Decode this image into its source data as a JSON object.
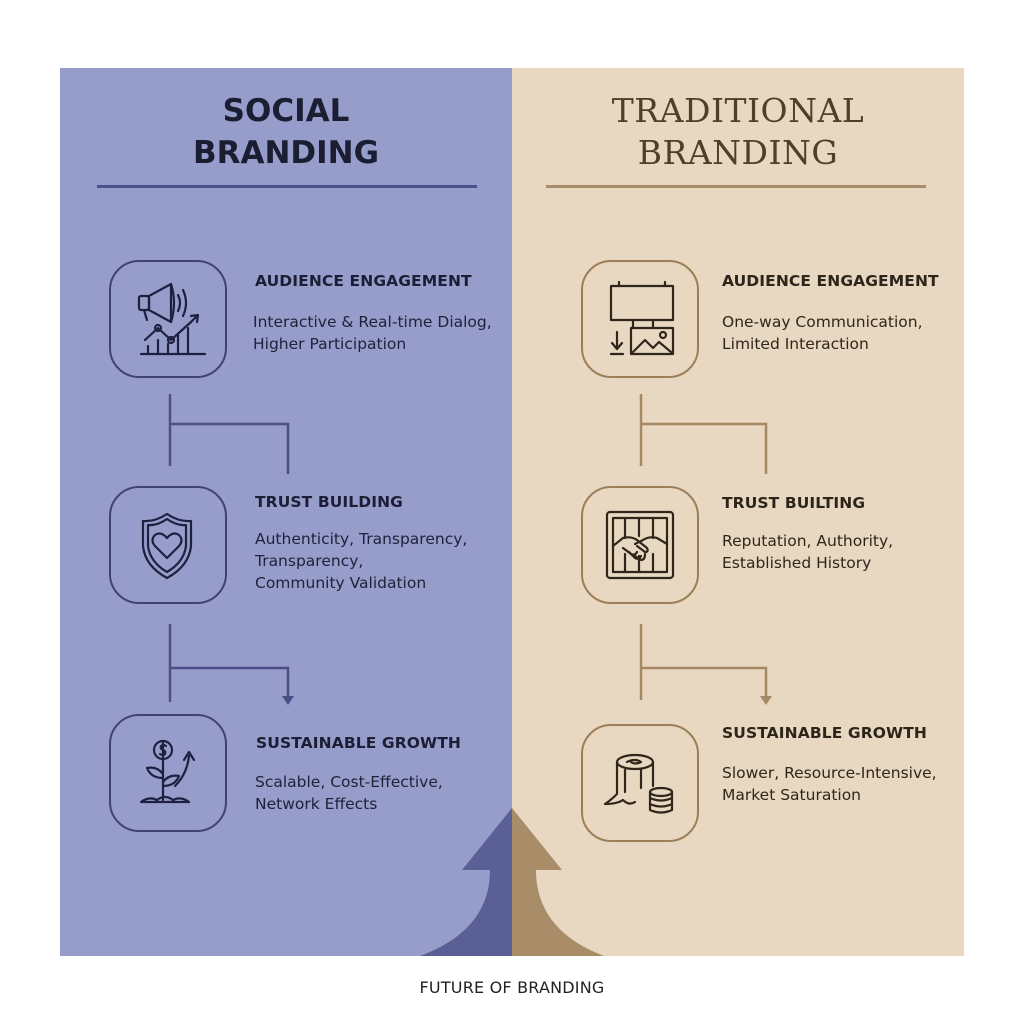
{
  "social": {
    "title_line1": "SOCIAL",
    "title_line2": "BRANDING",
    "items": [
      {
        "icon": "megaphone-chart-icon",
        "heading": "AUDIENCE ENGAGEMENT",
        "lines": [
          "Interactive & Real-time Dialog,",
          "Higher Participation"
        ]
      },
      {
        "icon": "shield-heart-icon",
        "heading": "TRUST BUILDING",
        "lines": [
          "Authenticity, Transparency,",
          "Transparency,",
          "Community Validation"
        ]
      },
      {
        "icon": "plant-dollar-icon",
        "heading": "SUSTAINABLE GROWTH",
        "lines": [
          "Scalable, Cost-Effective,",
          "Network Effects"
        ]
      }
    ]
  },
  "traditional": {
    "title_line1": "TRADITIONAL",
    "title_line2": "BRANDING",
    "items": [
      {
        "icon": "billboard-icon",
        "heading": "AUDIENCE ENGAGEMENT",
        "lines": [
          "One-way Communication,",
          "Limited Interaction"
        ]
      },
      {
        "icon": "handshake-icon",
        "heading": "TRUST BUILTING",
        "lines": [
          "Reputation, Authority,",
          "Established History"
        ]
      },
      {
        "icon": "tree-stump-coins-icon",
        "heading": "SUSTAINABLE GROWTH",
        "lines": [
          "Slower, Resource-Intensive,",
          "Market Saturation"
        ]
      }
    ]
  },
  "footer": "FUTURE OF BRANDING",
  "colors": {
    "social_bg": "#979dcb",
    "social_line": "#3f4378",
    "traditional_bg": "#e8d8c1",
    "traditional_line": "#9c7e58",
    "arrow_left": "#5a5f96",
    "arrow_right": "#a98c68"
  }
}
